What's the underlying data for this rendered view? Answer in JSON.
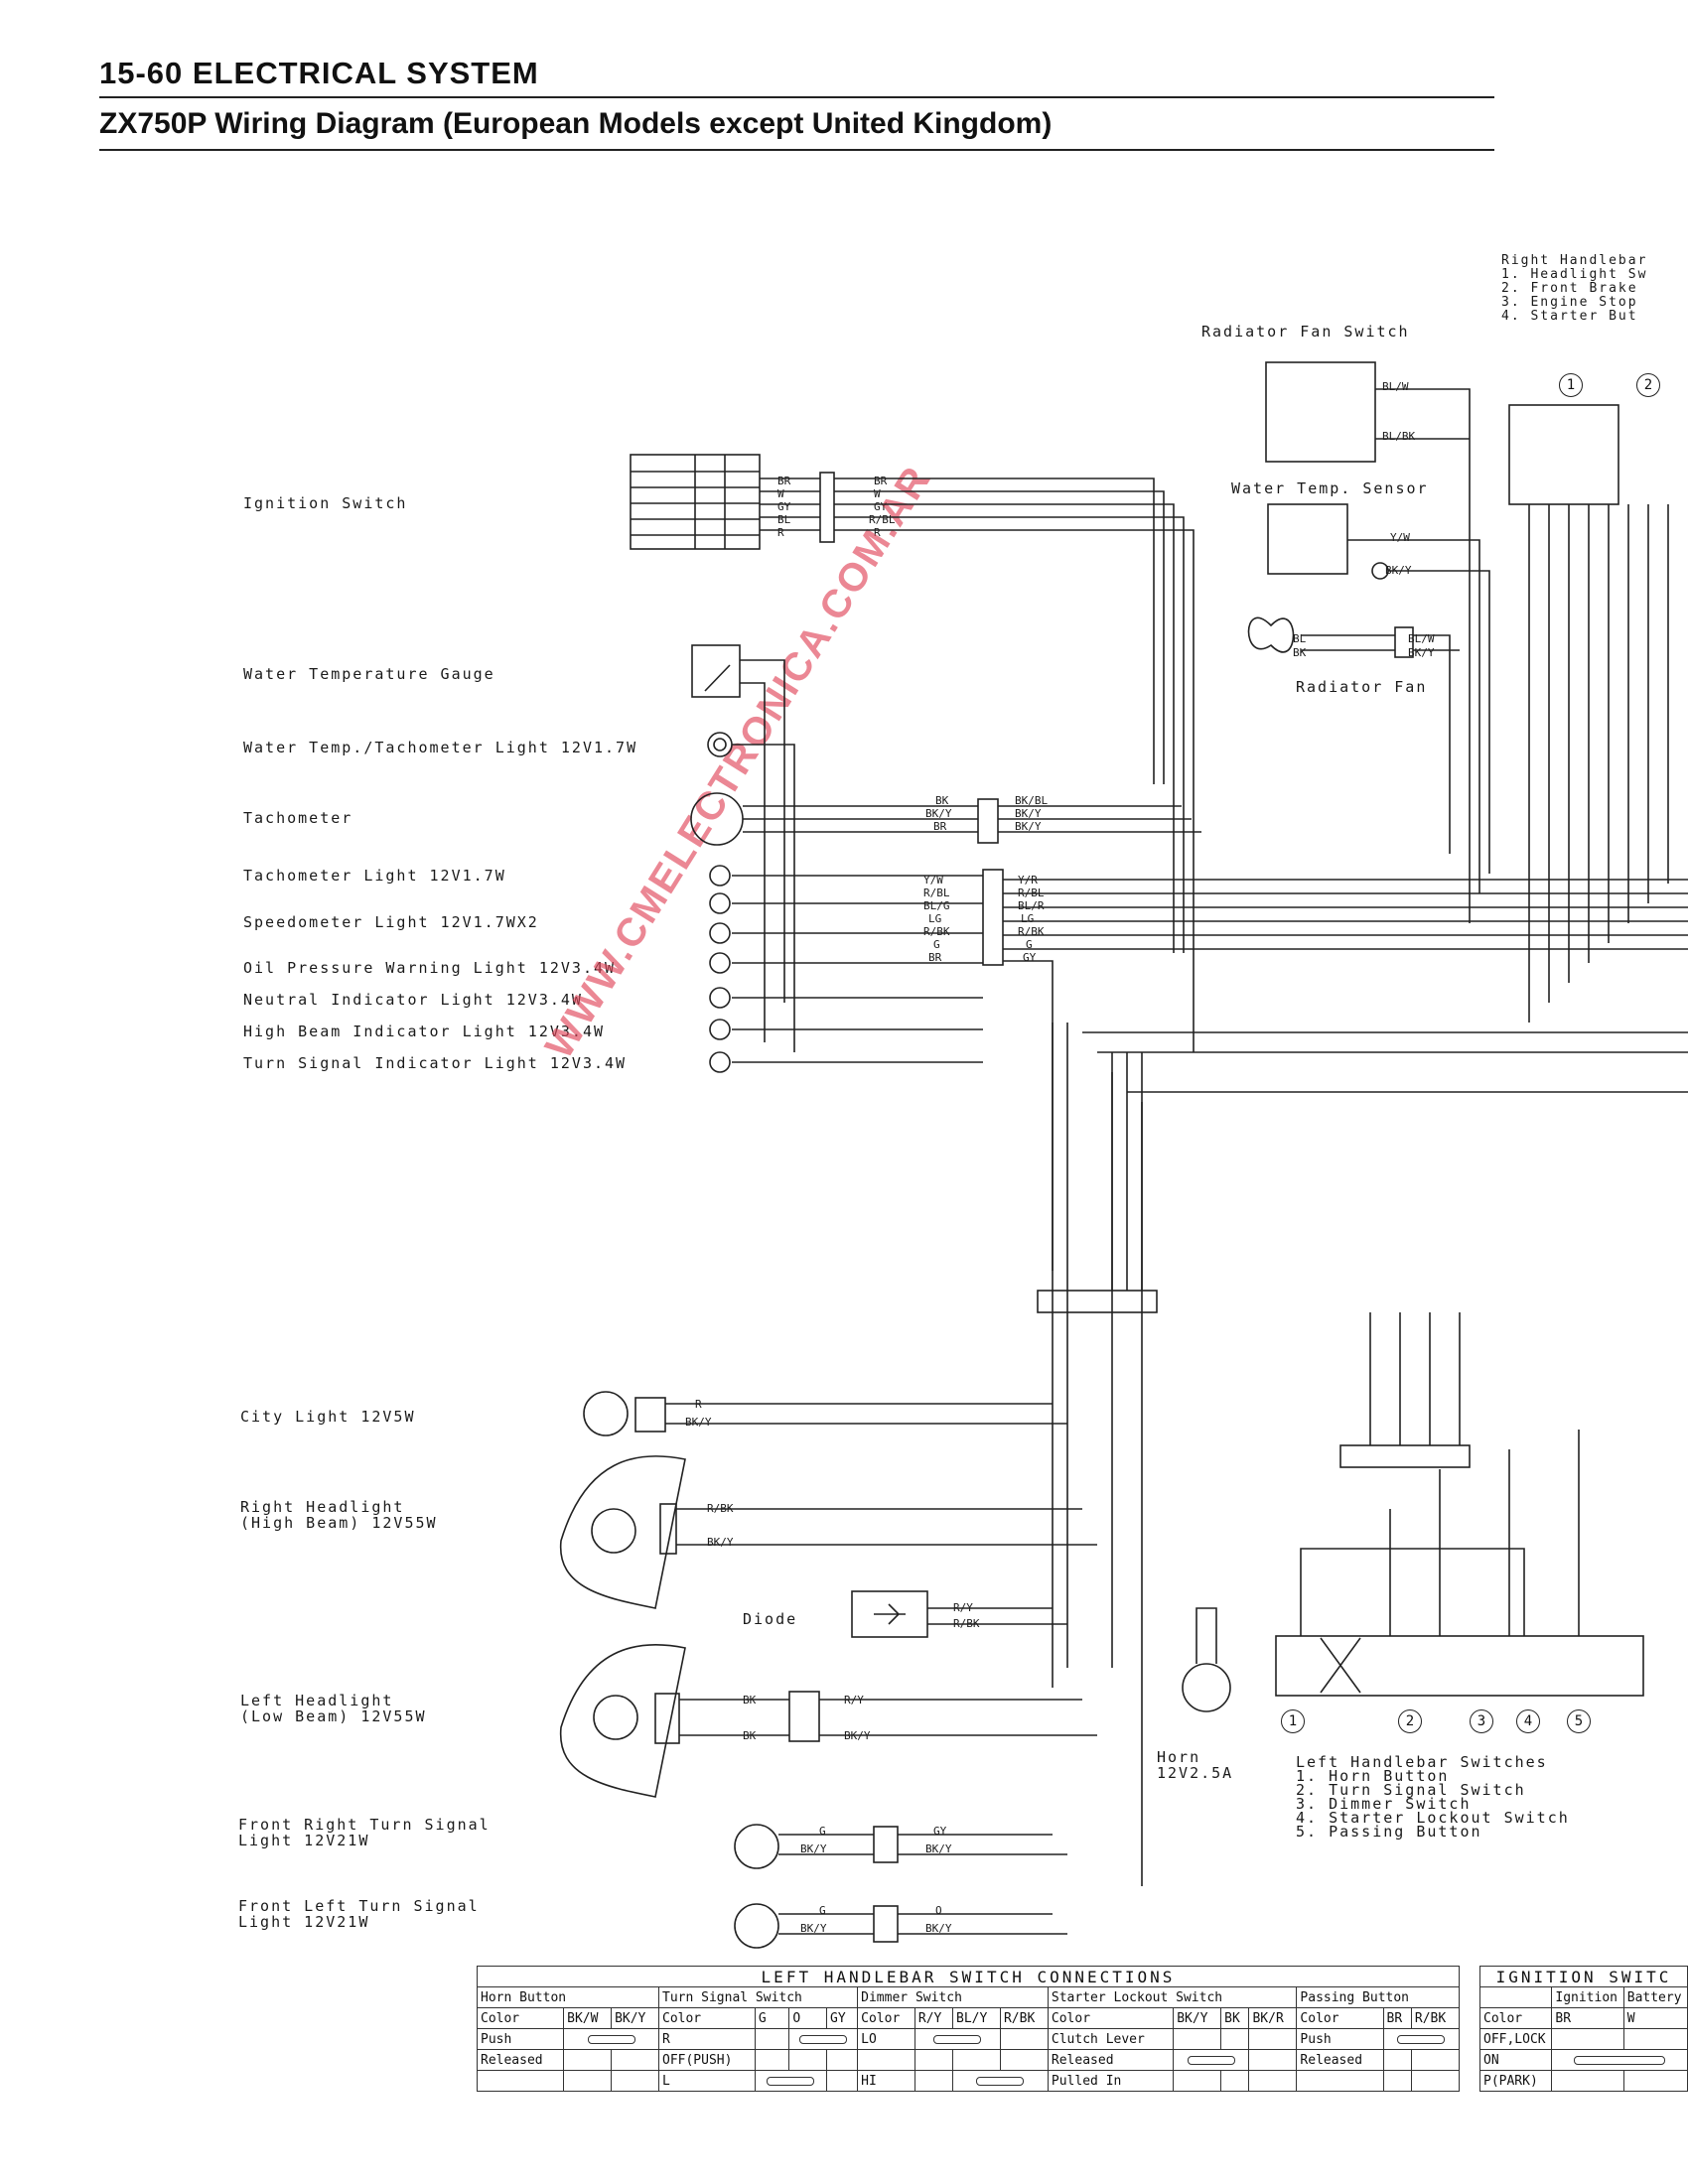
{
  "header": {
    "section": "15-60  ELECTRICAL SYSTEM",
    "title": "ZX750P Wiring Diagram (European Models except United Kingdom)"
  },
  "watermark": "WWW.CMELECTRONICA.COM.AR",
  "left_components": {
    "ignition_switch": "Ignition Switch",
    "water_temp_gauge": "Water Temperature Gauge",
    "water_tach_light": "Water Temp./Tachometer Light 12V1.7W",
    "tachometer": "Tachometer",
    "tach_light": "Tachometer Light 12V1.7W",
    "speedo_light": "Speedometer Light 12V1.7WX2",
    "oil_light": "Oil Pressure Warning Light 12V3.4W",
    "neutral_light": "Neutral Indicator Light 12V3.4W",
    "highbeam_light": "High Beam Indicator Light 12V3.4W",
    "turn_light": "Turn Signal Indicator Light 12V3.4W",
    "city_light": "City Light 12V5W",
    "right_headlight": "Right Headlight\n(High Beam) 12V55W",
    "diode": "Diode",
    "left_headlight": "Left Headlight\n(Low Beam) 12V55W",
    "front_right_turn": "Front Right Turn Signal\nLight 12V21W",
    "front_left_turn": "Front Left Turn Signal\nLight 12V21W"
  },
  "right_components": {
    "radiator_fan_switch": "Radiator Fan Switch",
    "water_temp_sensor": "Water Temp. Sensor",
    "radiator_fan": "Radiator Fan",
    "horn": "Horn\n12V2.5A",
    "right_handlebar": "Right Handlebar\n1. Headlight Sw\n2. Front Brake\n3. Engine Stop\n4. Starter But",
    "left_handlebar": "Left Handlebar Switches\n1. Horn Button\n2. Turn Signal Switch\n3. Dimmer Switch\n4. Starter Lockout Switch\n5. Passing Button"
  },
  "wire_labels": {
    "ign": [
      "BR",
      "W",
      "GY",
      "BL",
      "R",
      "BR",
      "W",
      "GY",
      "R/BL",
      "R"
    ],
    "tach": [
      "BK",
      "BK/Y",
      "BR",
      "BK/BL",
      "BK/Y",
      "BK/Y"
    ],
    "meter": [
      "Y/W",
      "R/BL",
      "BL/G",
      "LG",
      "R/BK",
      "G",
      "BR",
      "Y/R",
      "R/BL",
      "BL/R",
      "LG",
      "R/BK",
      "G",
      "GY"
    ],
    "city": [
      "R",
      "BK/Y"
    ],
    "rhead": [
      "R/BK",
      "BK/Y"
    ],
    "diode": [
      "R/Y",
      "R/BK"
    ],
    "lhead": [
      "BK",
      "BK",
      "R/Y",
      "BK/Y"
    ],
    "frt": [
      "G",
      "BK/Y",
      "GY",
      "BK/Y"
    ],
    "flt": [
      "G",
      "BK/Y",
      "O",
      "BK/Y"
    ],
    "rfs": [
      "BL/W",
      "BL/BK"
    ],
    "wts": [
      "Y/W",
      "BK/Y"
    ],
    "fan": [
      "BL",
      "BK",
      "BL/W",
      "BK/Y"
    ]
  },
  "switch_nums": [
    "1",
    "2",
    "1",
    "2",
    "3",
    "4",
    "5"
  ],
  "lh_table": {
    "title": "LEFT HANDLEBAR SWITCH CONNECTIONS",
    "groups": [
      "Horn Button",
      "Turn Signal Switch",
      "Dimmer Switch",
      "Starter Lockout Switch",
      "Passing Button"
    ],
    "color_row": [
      "Color",
      "BK/W",
      "BK/Y",
      "Color",
      "G",
      "O",
      "GY",
      "Color",
      "R/Y",
      "BL/Y",
      "R/BK",
      "Color",
      "BK/Y",
      "BK",
      "BK/R",
      "Color",
      "BR",
      "R/BK"
    ],
    "r1": [
      "Push",
      "R",
      "LO",
      "Clutch Lever",
      "Push"
    ],
    "r2": [
      "Released",
      "OFF(PUSH)",
      "Released",
      "Released"
    ],
    "r3": [
      "L",
      "HI",
      "Pulled In"
    ]
  },
  "ign_table": {
    "title": "IGNITION SWITC",
    "cols": [
      "Color",
      "BR",
      "W"
    ],
    "heads": [
      "Ignition",
      "Battery"
    ],
    "rows": [
      "OFF,LOCK",
      "ON",
      "P(PARK)"
    ]
  }
}
